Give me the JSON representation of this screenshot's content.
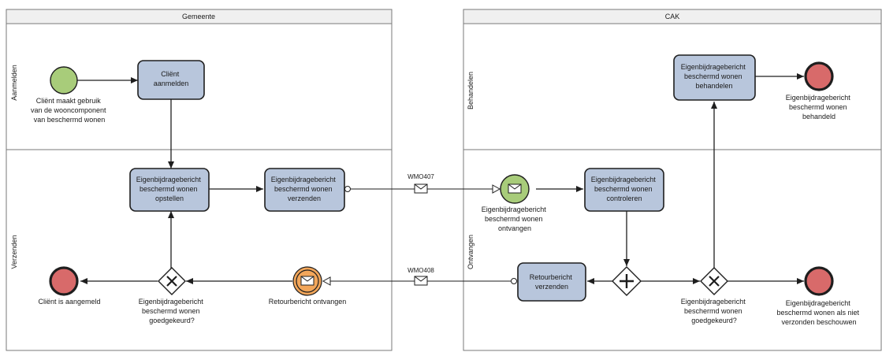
{
  "pools": {
    "gemeente": {
      "title": "Gemeente",
      "lanes": {
        "aanmelden": "Aanmelden",
        "verzenden": "Verzenden"
      }
    },
    "cak": {
      "title": "CAK",
      "lanes": {
        "behandelen": "Behandelen",
        "ontvangen": "Ontvangen"
      }
    }
  },
  "tasks": {
    "client_aanmelden": [
      "Cliënt",
      "aanmelden"
    ],
    "opstellen": [
      "Eigenbijdragebericht",
      "beschermd wonen",
      "opstellen"
    ],
    "verzenden": [
      "Eigenbijdragebericht",
      "beschermd wonen",
      "verzenden"
    ],
    "controleren": [
      "Eigenbijdragebericht",
      "beschermd wonen",
      "controleren"
    ],
    "behandelen": [
      "Eigenbijdragebericht",
      "beschermd wonen",
      "behandelen"
    ],
    "retour_verzenden": [
      "Retourbericht",
      "verzenden"
    ]
  },
  "events": {
    "start_client": [
      "Cliënt maakt gebruik",
      "van de wooncomponent",
      "van beschermd wonen"
    ],
    "end_aangemeld": [
      "Cliënt is aangemeld"
    ],
    "retour_ontvangen": [
      "Retourbericht ontvangen"
    ],
    "msg_start_ontvangen": [
      "Eigenbijdragebericht",
      "beschermd wonen",
      "ontvangen"
    ],
    "end_behandeld": [
      "Eigenbijdragebericht",
      "beschermd wonen",
      "behandeld"
    ],
    "end_niet_verzonden": [
      "Eigenbijdragebericht",
      "beschermd wonen als niet",
      "verzonden beschouwen"
    ]
  },
  "gateways": {
    "gemeente_goedgekeurd": [
      "Eigenbijdragebericht",
      "beschermd wonen",
      "goedgekeurd?"
    ],
    "cak_goedgekeurd": [
      "Eigenbijdragebericht",
      "beschermd wonen",
      "goedgekeurd?"
    ]
  },
  "messages": {
    "wmo407": "WMO407",
    "wmo408": "WMO408"
  },
  "colors": {
    "task_fill": "#b8c6dc",
    "start_fill": "#a8cc7a",
    "end_fill": "#d86a6a",
    "intermediate_fill": "#f2a65a",
    "header_fill": "#f0f0f0",
    "line": "#1e1e1e"
  }
}
